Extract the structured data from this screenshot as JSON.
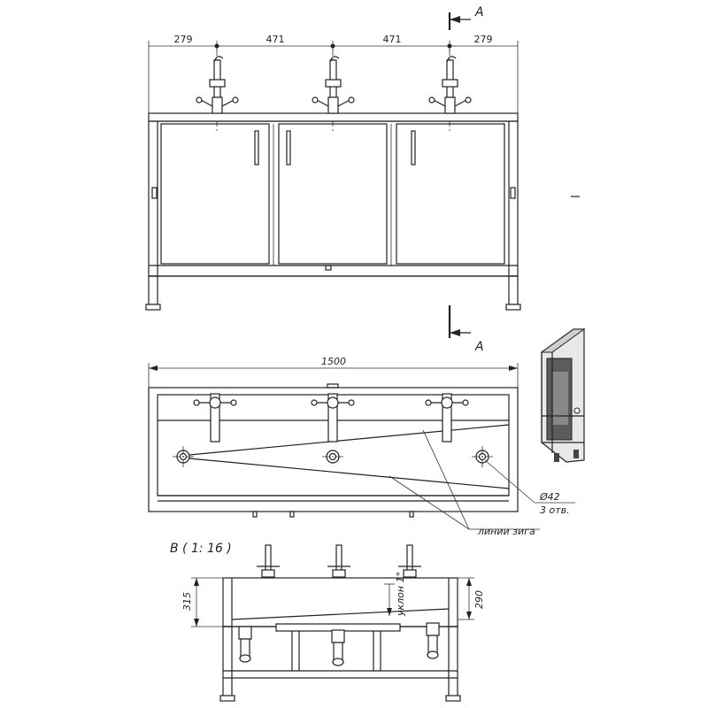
{
  "front_view": {
    "dims": [
      "279",
      "471",
      "471",
      "279"
    ],
    "section_mark": "A"
  },
  "top_view": {
    "overall_width": "1500",
    "hole_dia": "Ø42",
    "hole_count": "3 отв.",
    "bend_lines_label": "линии зига"
  },
  "section_view": {
    "title": "B ( 1: 16 )",
    "height_315": "315",
    "height_290": "290",
    "slope_note": "уклон 1°"
  }
}
